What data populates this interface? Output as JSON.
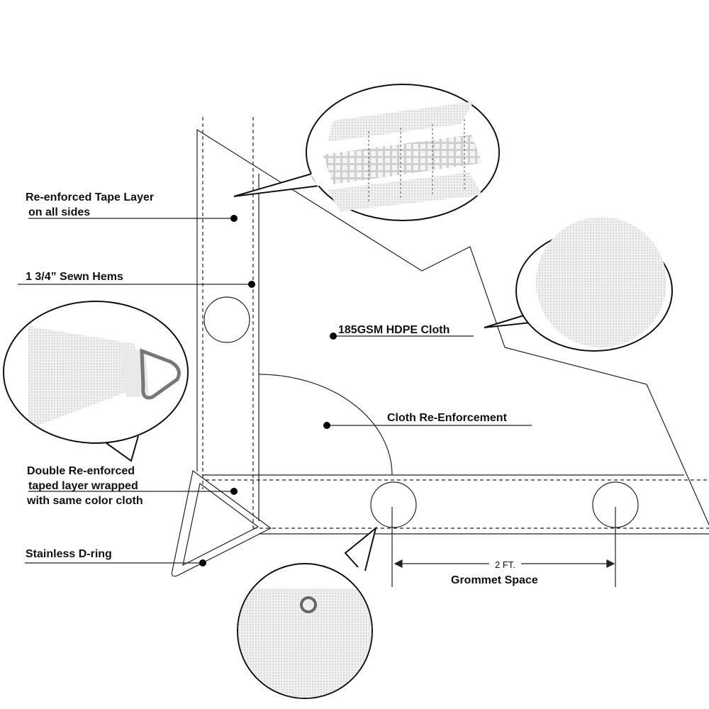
{
  "labels": {
    "tape_layer": [
      "Re-enforced Tape Layer",
      "on all sides"
    ],
    "sewn_hems": "1 3/4” Sewn Hems",
    "cloth": "185GSM HDPE Cloth",
    "cloth_reinforcement": "Cloth Re-Enforcement",
    "double_reinforced": [
      "Double Re-enforced",
      "taped layer wrapped",
      "with same color cloth"
    ],
    "d_ring": "Stainless D-ring",
    "grommet_distance": "2 FT.",
    "grommet_space": "Grommet Space"
  },
  "colors": {
    "line": "#222222",
    "fabric": "#e6e6e6"
  }
}
